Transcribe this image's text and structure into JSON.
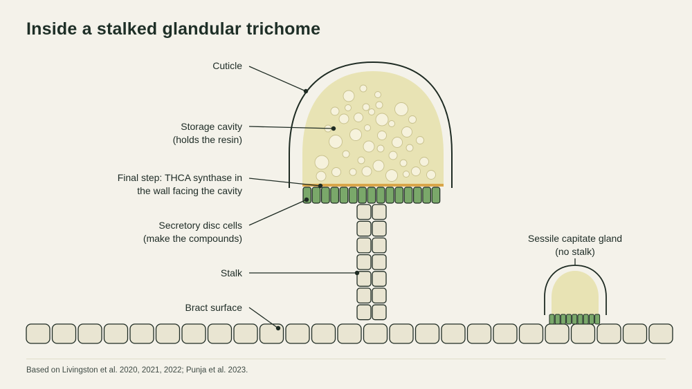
{
  "title": "Inside a stalked glandular trichome",
  "labels": {
    "cuticle": "Cuticle",
    "storage_cavity": [
      "Storage cavity",
      "(holds the resin)"
    ],
    "final_step": [
      "Final step: THCA synthase in",
      "the wall facing the cavity"
    ],
    "secretory_disc": [
      "Secretory disc cells",
      "(make the compounds)"
    ],
    "stalk": "Stalk",
    "bract_surface": "Bract surface",
    "sessile_gland": [
      "Sessile capitate gland",
      "(no stalk)"
    ]
  },
  "source": "Based on Livingston et al. 2020, 2021, 2022; Punja et al. 2023.",
  "colors": {
    "background": "#f4f2ea",
    "resin_head": "#e8e3b4",
    "cell_fill": "#e9e5d2",
    "disc_cells": "#7aa86a",
    "synthase_layer": "#d9a64a",
    "outline": "#1e2b23"
  }
}
